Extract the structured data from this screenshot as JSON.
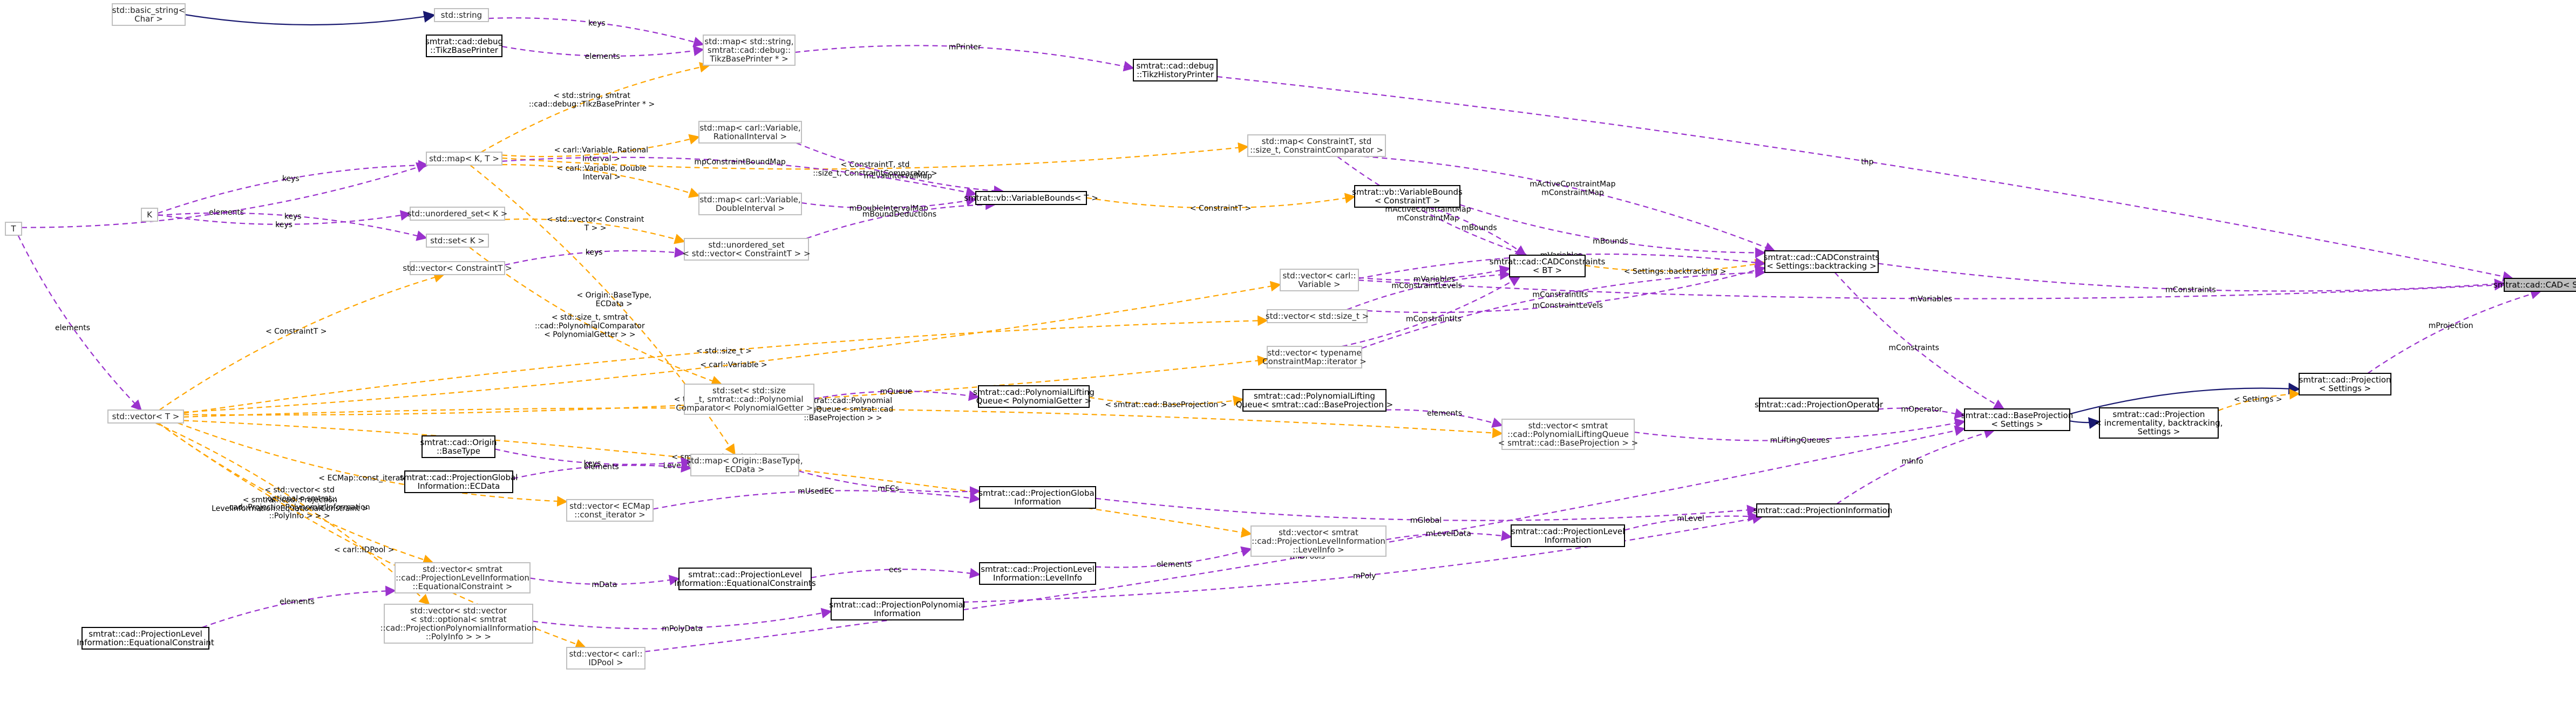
{
  "nodes": [
    {
      "id": "cad",
      "lines": [
        "smtrat::cad::CAD< Settings >"
      ],
      "style": "focus"
    },
    {
      "id": "cadc",
      "lines": [
        "smtrat::cad::CADConstraints",
        "< Settings::backtracking >"
      ],
      "style": "normal"
    },
    {
      "id": "cadct",
      "lines": [
        "smtrat::cad::CADConstraints",
        "< BT >"
      ],
      "style": "normal"
    },
    {
      "id": "tikzhist",
      "lines": [
        "smtrat::cad::debug",
        "::TikzHistoryPrinter"
      ],
      "style": "normal"
    },
    {
      "id": "tikzbase",
      "lines": [
        "smtrat::cad::debug",
        "::TikzBasePrinter"
      ],
      "style": "normal"
    },
    {
      "id": "basicstring",
      "lines": [
        "std::basic_string<",
        "Char >"
      ],
      "style": "template"
    },
    {
      "id": "string",
      "lines": [
        "std::string"
      ],
      "style": "template"
    },
    {
      "id": "mapprinter",
      "lines": [
        "std::map< std::string,",
        "smtrat::cad::debug::",
        "TikzBasePrinter * >"
      ],
      "style": "template"
    },
    {
      "id": "mapKT",
      "lines": [
        "std::map< K, T >"
      ],
      "style": "template"
    },
    {
      "id": "T",
      "lines": [
        "T"
      ],
      "style": "template"
    },
    {
      "id": "K",
      "lines": [
        "K"
      ],
      "style": "template"
    },
    {
      "id": "maprational",
      "lines": [
        "std::map< carl::Variable,",
        "RationalInterval >"
      ],
      "style": "template"
    },
    {
      "id": "mapdouble",
      "lines": [
        "std::map< carl::Variable,",
        "DoubleInterval >"
      ],
      "style": "template"
    },
    {
      "id": "uset",
      "lines": [
        "std::unordered_set< K >"
      ],
      "style": "template"
    },
    {
      "id": "setK",
      "lines": [
        "std::set< K >"
      ],
      "style": "template"
    },
    {
      "id": "vecconstraint",
      "lines": [
        "std::vector< ConstraintT >"
      ],
      "style": "template"
    },
    {
      "id": "usetvec",
      "lines": [
        "std::unordered_set",
        "< std::vector< ConstraintT > >"
      ],
      "style": "template"
    },
    {
      "id": "vecT",
      "lines": [
        "std::vector< T >"
      ],
      "style": "template"
    },
    {
      "id": "varbounds",
      "lines": [
        "smtrat::vb::VariableBounds< T >"
      ],
      "style": "normal"
    },
    {
      "id": "varboundsC",
      "lines": [
        "smtrat::vb::VariableBounds",
        "< ConstraintT >"
      ],
      "style": "normal"
    },
    {
      "id": "mapconstraint",
      "lines": [
        "std::map< ConstraintT, std",
        "::size_t, ConstraintComparator >"
      ],
      "style": "template"
    },
    {
      "id": "vecvar",
      "lines": [
        "std::vector< carl::",
        "Variable >"
      ],
      "style": "template"
    },
    {
      "id": "vecsize",
      "lines": [
        "std::vector< std::size_t >"
      ],
      "style": "template"
    },
    {
      "id": "veciter",
      "lines": [
        "std::vector< typename",
        "ConstraintMap::iterator >"
      ],
      "style": "template"
    },
    {
      "id": "setsize",
      "lines": [
        "std::set< std::size",
        "_t, smtrat::cad::Polynomial",
        "Comparator< PolynomialGetter > >"
      ],
      "style": "template"
    },
    {
      "id": "polyliftgetter",
      "lines": [
        "smtrat::cad::PolynomialLifting",
        "Queue< PolynomialGetter >"
      ],
      "style": "normal"
    },
    {
      "id": "polyliftbase",
      "lines": [
        "smtrat::cad::PolynomialLifting",
        "Queue< smtrat::cad::BaseProjection >"
      ],
      "style": "normal"
    },
    {
      "id": "vecliftqueue",
      "lines": [
        "std::vector< smtrat",
        "::cad::PolynomialLiftingQueue",
        "< smtrat::cad::BaseProjection > >"
      ],
      "style": "template"
    },
    {
      "id": "projoperator",
      "lines": [
        "smtrat::cad::ProjectionOperator"
      ],
      "style": "normal"
    },
    {
      "id": "baseproj",
      "lines": [
        "smtrat::cad::BaseProjection",
        "< Settings >"
      ],
      "style": "normal"
    },
    {
      "id": "projsettings",
      "lines": [
        "smtrat::cad::Projection",
        "< Settings >"
      ],
      "style": "normal"
    },
    {
      "id": "projincr",
      "lines": [
        "smtrat::cad::Projection",
        "< incrementality, backtracking,",
        "Settings >"
      ],
      "style": "normal"
    },
    {
      "id": "origin",
      "lines": [
        "smtrat::cad::Origin",
        "::BaseType"
      ],
      "style": "normal"
    },
    {
      "id": "ecdata",
      "lines": [
        "smtrat::cad::ProjectionGlobal",
        "Information::ECData"
      ],
      "style": "normal"
    },
    {
      "id": "maporigin",
      "lines": [
        "std::map< Origin::BaseType,",
        "ECData >"
      ],
      "style": "template"
    },
    {
      "id": "vececmap",
      "lines": [
        "std::vector< ECMap",
        "::const_iterator >"
      ],
      "style": "template"
    },
    {
      "id": "projglobal",
      "lines": [
        "smtrat::cad::ProjectionGlobal",
        "Information"
      ],
      "style": "normal"
    },
    {
      "id": "projinfo",
      "lines": [
        "smtrat::cad::ProjectionInformation"
      ],
      "style": "normal"
    },
    {
      "id": "projlevel",
      "lines": [
        "smtrat::cad::ProjectionLevel",
        "Information"
      ],
      "style": "normal"
    },
    {
      "id": "veclevelinfo",
      "lines": [
        "std::vector< smtrat",
        "::cad::ProjectionLevelInformation",
        "::LevelInfo >"
      ],
      "style": "template"
    },
    {
      "id": "levelinfo",
      "lines": [
        "smtrat::cad::ProjectionLevel",
        "Information::LevelInfo"
      ],
      "style": "normal"
    },
    {
      "id": "eqconstr",
      "lines": [
        "smtrat::cad::ProjectionLevel",
        "Information::EquationalConstraints"
      ],
      "style": "normal"
    },
    {
      "id": "veceqconstr",
      "lines": [
        "std::vector< smtrat",
        "::cad::ProjectionLevelInformation",
        "::EquationalConstraint >"
      ],
      "style": "template"
    },
    {
      "id": "eqconstraint",
      "lines": [
        "smtrat::cad::ProjectionLevel",
        "Information::EquationalConstraint"
      ],
      "style": "normal"
    },
    {
      "id": "projpoly",
      "lines": [
        "smtrat::cad::ProjectionPolynomial",
        "Information"
      ],
      "style": "normal"
    },
    {
      "id": "vecvecopt",
      "lines": [
        "std::vector< std::vector",
        "< std::optional< smtrat",
        "::cad::ProjectionPolynomialInformation",
        "::PolyInfo > > >"
      ],
      "style": "template"
    },
    {
      "id": "vecidpool",
      "lines": [
        "std::vector< carl::",
        "IDPool >"
      ],
      "style": "template"
    }
  ],
  "edges": [
    {
      "from": "cadc",
      "to": "cad",
      "kind": "member",
      "label": [
        "mConstraints"
      ]
    },
    {
      "from": "tikzhist",
      "to": "cad",
      "kind": "member",
      "label": [
        "thp"
      ]
    },
    {
      "from": "vecvar",
      "to": "cad",
      "kind": "member",
      "label": [
        "mVariables"
      ]
    },
    {
      "from": "projsettings",
      "to": "cad",
      "kind": "member",
      "label": [
        "mProjection"
      ]
    },
    {
      "from": "cadct",
      "to": "cadc",
      "kind": "tmpl",
      "label": [
        "< Settings::backtracking >"
      ]
    },
    {
      "from": "mapconstraint",
      "to": "cadc",
      "kind": "member",
      "label": [
        "mActiveConstraintMap",
        "mConstraintMap"
      ]
    },
    {
      "from": "varboundsC",
      "to": "cadc",
      "kind": "member",
      "label": [
        "mBounds"
      ]
    },
    {
      "from": "vecvar",
      "to": "cadc",
      "kind": "member",
      "label": [
        "mVariables"
      ]
    },
    {
      "from": "vecsize",
      "to": "cadc",
      "kind": "member",
      "label": [
        "mConstraintLevels"
      ]
    },
    {
      "from": "veciter",
      "to": "cadc",
      "kind": "member",
      "label": [
        "mConstraintIts"
      ]
    },
    {
      "from": "mapconstraint",
      "to": "cadct",
      "kind": "member",
      "label": [
        "mActiveConstraintMap",
        "mConstraintMap"
      ]
    },
    {
      "from": "varboundsC",
      "to": "cadct",
      "kind": "member",
      "label": [
        "mBounds"
      ]
    },
    {
      "from": "vecvar",
      "to": "cadct",
      "kind": "member",
      "label": [
        "mVariables"
      ]
    },
    {
      "from": "vecsize",
      "to": "cadct",
      "kind": "member",
      "label": [
        "mConstraintLevels"
      ]
    },
    {
      "from": "veciter",
      "to": "cadct",
      "kind": "member",
      "label": [
        "mConstraintIts"
      ]
    },
    {
      "from": "mapprinter",
      "to": "tikzhist",
      "kind": "member",
      "label": [
        "mPrinter"
      ]
    },
    {
      "from": "basicstring",
      "to": "string",
      "kind": "inherit",
      "label": []
    },
    {
      "from": "string",
      "to": "mapprinter",
      "kind": "member",
      "label": [
        "keys"
      ]
    },
    {
      "from": "tikzbase",
      "to": "mapprinter",
      "kind": "member",
      "label": [
        "elements"
      ]
    },
    {
      "from": "mapKT",
      "to": "mapprinter",
      "kind": "tmpl",
      "label": [
        "< std::string, smtrat",
        "::cad::debug::TikzBasePrinter * >"
      ]
    },
    {
      "from": "mapKT",
      "to": "maprational",
      "kind": "tmpl",
      "label": [
        "< carl::Variable, Rational",
        "Interval >"
      ]
    },
    {
      "from": "mapKT",
      "to": "mapdouble",
      "kind": "tmpl",
      "label": [
        "< carl::Variable, Double",
        "Interval >"
      ]
    },
    {
      "from": "mapKT",
      "to": "mapconstraint",
      "kind": "tmpl",
      "label": [
        "< ConstraintT, std",
        "::size_t, ConstraintComparator >"
      ]
    },
    {
      "from": "mapKT",
      "to": "maporigin",
      "kind": "tmpl",
      "label": [
        "< Origin::BaseType,",
        "ECData >"
      ]
    },
    {
      "from": "T",
      "to": "mapKT",
      "kind": "member",
      "label": [
        "elements"
      ]
    },
    {
      "from": "K",
      "to": "mapKT",
      "kind": "member",
      "label": [
        "keys"
      ]
    },
    {
      "from": "K",
      "to": "uset",
      "kind": "member",
      "label": [
        "keys"
      ]
    },
    {
      "from": "K",
      "to": "setK",
      "kind": "member",
      "label": [
        "keys"
      ]
    },
    {
      "from": "T",
      "to": "vecT",
      "kind": "member",
      "label": [
        "elements"
      ]
    },
    {
      "from": "uset",
      "to": "usetvec",
      "kind": "tmpl",
      "label": [
        "< std::vector< Constraint",
        "T > >"
      ]
    },
    {
      "from": "setK",
      "to": "setsize",
      "kind": "tmpl",
      "label": [
        "< std::size_t, smtrat",
        "::cad::PolynomialComparator",
        "< PolynomialGetter > >"
      ]
    },
    {
      "from": "vecconstraint",
      "to": "usetvec",
      "kind": "member",
      "label": [
        "keys"
      ]
    },
    {
      "from": "maprational",
      "to": "varbounds",
      "kind": "member",
      "label": [
        "mEvalIntervalMap"
      ]
    },
    {
      "from": "mapKT",
      "to": "varbounds",
      "kind": "member",
      "label": [
        "mpConstraintBoundMap"
      ]
    },
    {
      "from": "mapdouble",
      "to": "varbounds",
      "kind": "member",
      "label": [
        "mDoubleIntervalMap"
      ]
    },
    {
      "from": "usetvec",
      "to": "varbounds",
      "kind": "member",
      "label": [
        "mBoundDeductions"
      ]
    },
    {
      "from": "varbounds",
      "to": "varboundsC",
      "kind": "tmpl",
      "label": [
        "< ConstraintT >"
      ]
    },
    {
      "from": "vecT",
      "to": "vecconstraint",
      "kind": "tmpl",
      "label": [
        "< ConstraintT >"
      ]
    },
    {
      "from": "vecT",
      "to": "vecvar",
      "kind": "tmpl",
      "label": [
        "< carl::Variable >"
      ]
    },
    {
      "from": "vecT",
      "to": "vecsize",
      "kind": "tmpl",
      "label": [
        "< std::size_t >"
      ]
    },
    {
      "from": "vecT",
      "to": "veciter",
      "kind": "tmpl",
      "label": [
        "< typename ConstraintMap",
        "::iterator >"
      ]
    },
    {
      "from": "vecT",
      "to": "vecliftqueue",
      "kind": "tmpl",
      "label": [
        "< smtrat::cad::Polynomial",
        "LiftingQueue< smtrat::cad",
        "::BaseProjection > >"
      ]
    },
    {
      "from": "vecT",
      "to": "vececmap",
      "kind": "tmpl",
      "label": [
        "< ECMap::const_iterator >"
      ]
    },
    {
      "from": "vecT",
      "to": "veclevelinfo",
      "kind": "tmpl",
      "label": [
        "< smtrat::cad::Projection",
        "LevelInformation::LevelInfo >"
      ]
    },
    {
      "from": "vecT",
      "to": "veceqconstr",
      "kind": "tmpl",
      "label": [
        "< smtrat::cad::Projection",
        "LevelInformation::EquationalConstraint >"
      ]
    },
    {
      "from": "vecT",
      "to": "vecvecopt",
      "kind": "tmpl",
      "label": [
        "< std::vector< std",
        "::optional< smtrat::",
        "cad::ProjectionPolynomialInformation",
        "::PolyInfo > > >"
      ]
    },
    {
      "from": "vecT",
      "to": "vecidpool",
      "kind": "tmpl",
      "label": [
        "< carl::IDPool >"
      ]
    },
    {
      "from": "setsize",
      "to": "polyliftgetter",
      "kind": "member",
      "label": [
        "mQueue"
      ]
    },
    {
      "from": "polyliftgetter",
      "to": "polyliftbase",
      "kind": "tmpl",
      "label": [
        "< smtrat::cad::BaseProjection >"
      ]
    },
    {
      "from": "polyliftbase",
      "to": "vecliftqueue",
      "kind": "member",
      "label": [
        "elements"
      ]
    },
    {
      "from": "vecliftqueue",
      "to": "baseproj",
      "kind": "member",
      "label": [
        "mLiftingQueues"
      ]
    },
    {
      "from": "projoperator",
      "to": "baseproj",
      "kind": "member",
      "label": [
        "mOperator"
      ]
    },
    {
      "from": "cadc",
      "to": "baseproj",
      "kind": "member",
      "label": [
        "mConstraints"
      ]
    },
    {
      "from": "projinfo",
      "to": "baseproj",
      "kind": "member",
      "label": [
        "mInfo"
      ]
    },
    {
      "from": "vecidpool",
      "to": "baseproj",
      "kind": "member",
      "label": [
        "mIDPools"
      ]
    },
    {
      "from": "baseproj",
      "to": "projsettings",
      "kind": "inherit",
      "label": []
    },
    {
      "from": "baseproj",
      "to": "projincr",
      "kind": "inherit",
      "label": []
    },
    {
      "from": "projincr",
      "to": "projsettings",
      "kind": "tmpl",
      "label": [
        "< Settings >"
      ]
    },
    {
      "from": "origin",
      "to": "maporigin",
      "kind": "member",
      "label": [
        "keys"
      ]
    },
    {
      "from": "ecdata",
      "to": "maporigin",
      "kind": "member",
      "label": [
        "elements"
      ]
    },
    {
      "from": "maporigin",
      "to": "projglobal",
      "kind": "member",
      "label": [
        "mECs"
      ]
    },
    {
      "from": "vececmap",
      "to": "projglobal",
      "kind": "member",
      "label": [
        "mUsedEC"
      ]
    },
    {
      "from": "projglobal",
      "to": "projinfo",
      "kind": "member",
      "label": [
        "mGlobal"
      ]
    },
    {
      "from": "projlevel",
      "to": "projinfo",
      "kind": "member",
      "label": [
        "mLevel"
      ]
    },
    {
      "from": "projpoly",
      "to": "projinfo",
      "kind": "member",
      "label": [
        "mPoly"
      ]
    },
    {
      "from": "veclevelinfo",
      "to": "projlevel",
      "kind": "member",
      "label": [
        "mLevelData"
      ]
    },
    {
      "from": "levelinfo",
      "to": "veclevelinfo",
      "kind": "member",
      "label": [
        "elements"
      ]
    },
    {
      "from": "eqconstr",
      "to": "levelinfo",
      "kind": "member",
      "label": [
        "ecs"
      ]
    },
    {
      "from": "veceqconstr",
      "to": "eqconstr",
      "kind": "member",
      "label": [
        "mData"
      ]
    },
    {
      "from": "eqconstraint",
      "to": "veceqconstr",
      "kind": "member",
      "label": [
        "elements"
      ]
    },
    {
      "from": "vecvecopt",
      "to": "projpoly",
      "kind": "member",
      "label": [
        "mPolyData"
      ]
    }
  ]
}
